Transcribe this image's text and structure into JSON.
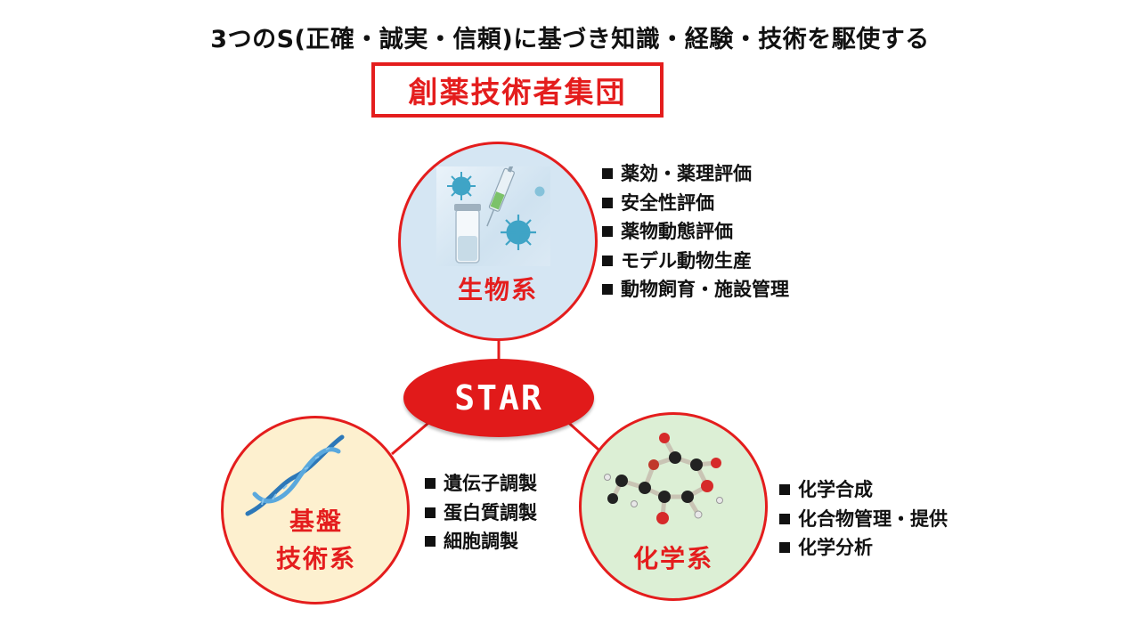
{
  "headline": "3つのS(正確・誠実・信頼)に基づき知識・経験・技術を駆使する",
  "group_title": "創薬技術者集団",
  "center": {
    "label": "STAR"
  },
  "nodes": {
    "biology": {
      "label": "生物系",
      "items": [
        "薬効・薬理評価",
        "安全性評価",
        "薬物動態評価",
        "モデル動物生産",
        "動物飼育・施設管理"
      ]
    },
    "base_tech": {
      "label_line1": "基盤",
      "label_line2": "技術系",
      "items": [
        "遺伝子調製",
        "蛋白質調製",
        "細胞調製"
      ]
    },
    "chemistry": {
      "label": "化学系",
      "items": [
        "化学合成",
        "化合物管理・提供",
        "化学分析"
      ]
    }
  },
  "colors": {
    "accent": "#e41d1d",
    "biology_fill": "#d5e6f3",
    "base_tech_fill": "#fdf0cf",
    "chemistry_fill": "#dcefd5"
  },
  "icons": {
    "biology": "virus-syringe-icon",
    "base_tech": "dna-helix-icon",
    "chemistry": "molecule-model-icon"
  }
}
